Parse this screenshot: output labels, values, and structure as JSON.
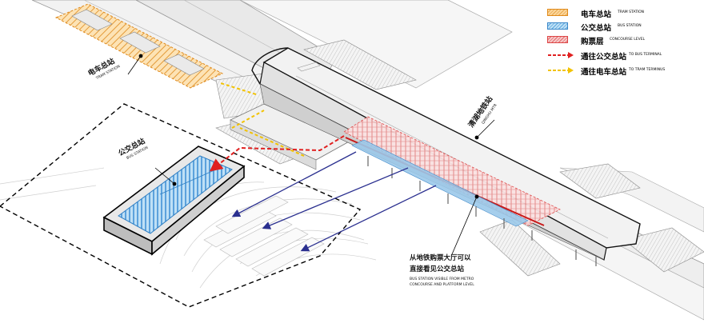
{
  "legend": {
    "tram_station": {
      "cn": "电车总站",
      "en": "TRAM STATION",
      "color": "#e8a84a"
    },
    "bus_station": {
      "cn": "公交总站",
      "en": "BUS STATION",
      "color": "#5aa7dd"
    },
    "concourse": {
      "cn": "购票层",
      "en": "CONCOURSE LEVEL",
      "color": "#e26a6a"
    },
    "to_bus": {
      "cn": "通往公交总站",
      "en": "TO BUS TERMINAL",
      "color": "#e02020"
    },
    "to_tram": {
      "cn": "通往电车总站",
      "en": "TO TRAM TERMINUS",
      "color": "#f2c200"
    }
  },
  "labels": {
    "tram": {
      "cn": "电车总站",
      "en": "TRAM STATION"
    },
    "bus": {
      "cn": "公交总站",
      "en": "BUS STATION"
    },
    "metro": {
      "cn": "清湖地铁站",
      "en": "QINGHU MTR"
    },
    "visible": {
      "cn_line1": "从地铁购票大厅可以",
      "cn_line2": "直接看见公交总站",
      "en_line1": "BUS STATION VISIBLE FROM METRO",
      "en_line2": "CONCOURSE AND PLATFORM LEVEL"
    }
  }
}
